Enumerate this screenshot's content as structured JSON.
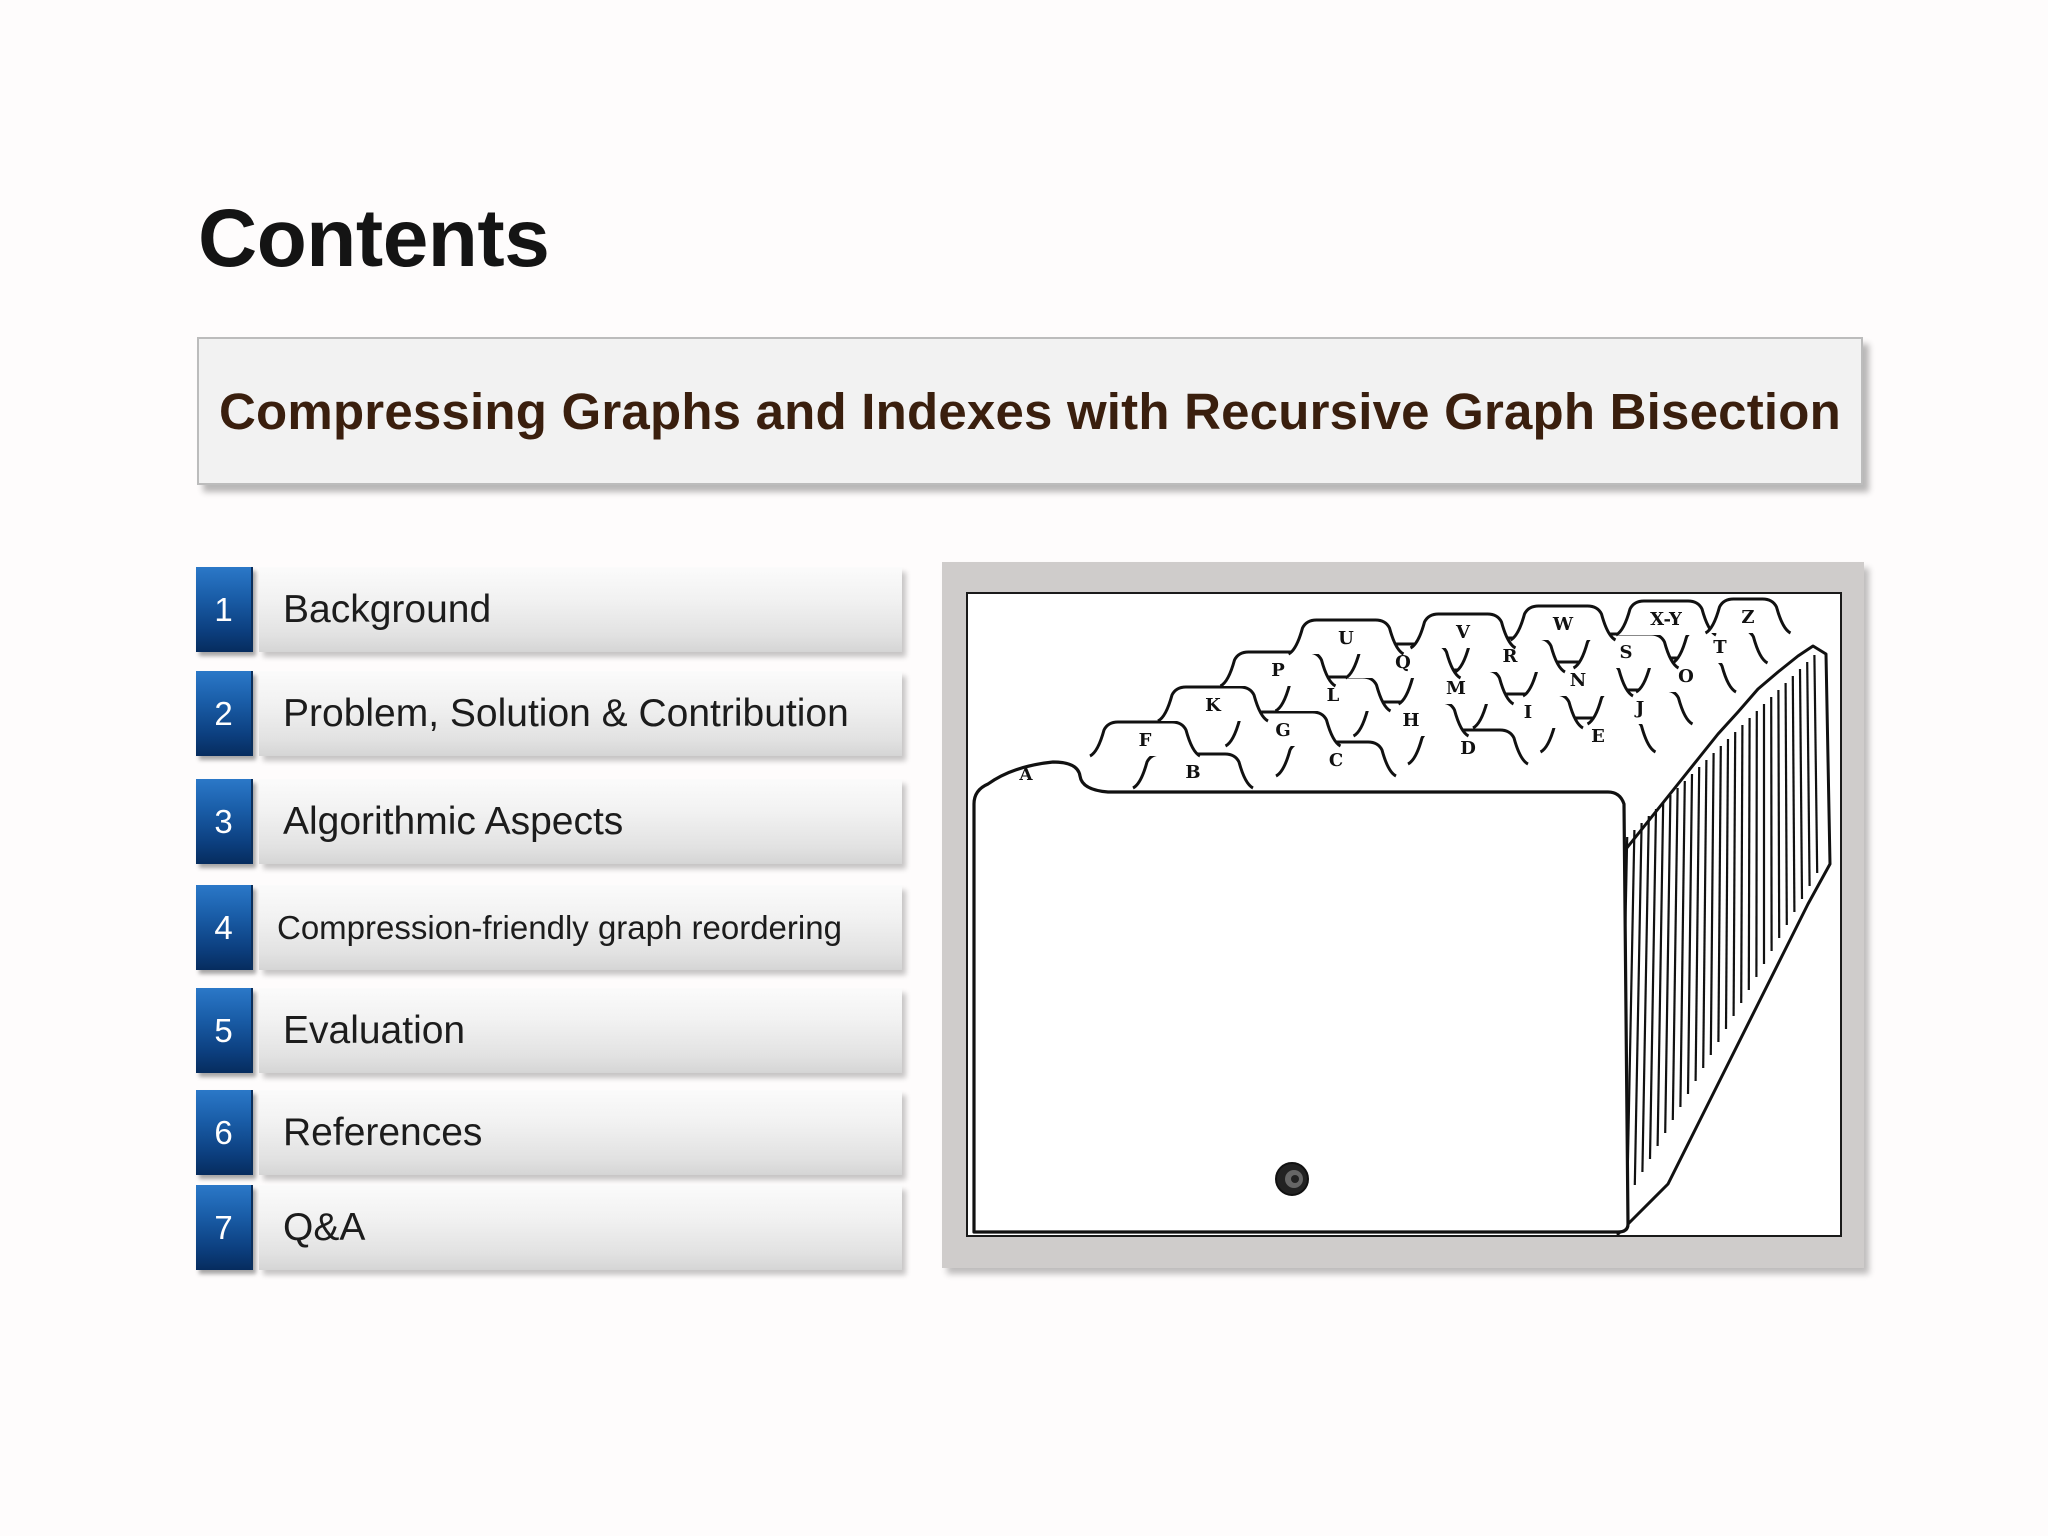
{
  "page": {
    "title": "Contents",
    "subtitle": "Compressing Graphs and Indexes with Recursive Graph Bisection"
  },
  "menu": {
    "items": [
      {
        "number": "1",
        "label": "Background"
      },
      {
        "number": "2",
        "label": "Problem, Solution & Contribution"
      },
      {
        "number": "3",
        "label": "Algorithmic Aspects"
      },
      {
        "number": "4",
        "label": "Compression-friendly graph reordering"
      },
      {
        "number": "5",
        "label": "Evaluation"
      },
      {
        "number": "6",
        "label": "References"
      },
      {
        "number": "7",
        "label": "Q&A"
      }
    ]
  },
  "illustration": {
    "subject": "card-index-drawer",
    "tab_letters": [
      "A",
      "B",
      "C",
      "D",
      "E",
      "F",
      "G",
      "H",
      "I",
      "J",
      "K",
      "L",
      "M",
      "N",
      "O",
      "P",
      "Q",
      "R",
      "S",
      "T",
      "U",
      "V",
      "W",
      "X-Y",
      "Z"
    ]
  },
  "colors": {
    "accent_blue": "#0c3f7f",
    "subtitle_text": "#3a1f0e",
    "title_text": "#141414"
  }
}
